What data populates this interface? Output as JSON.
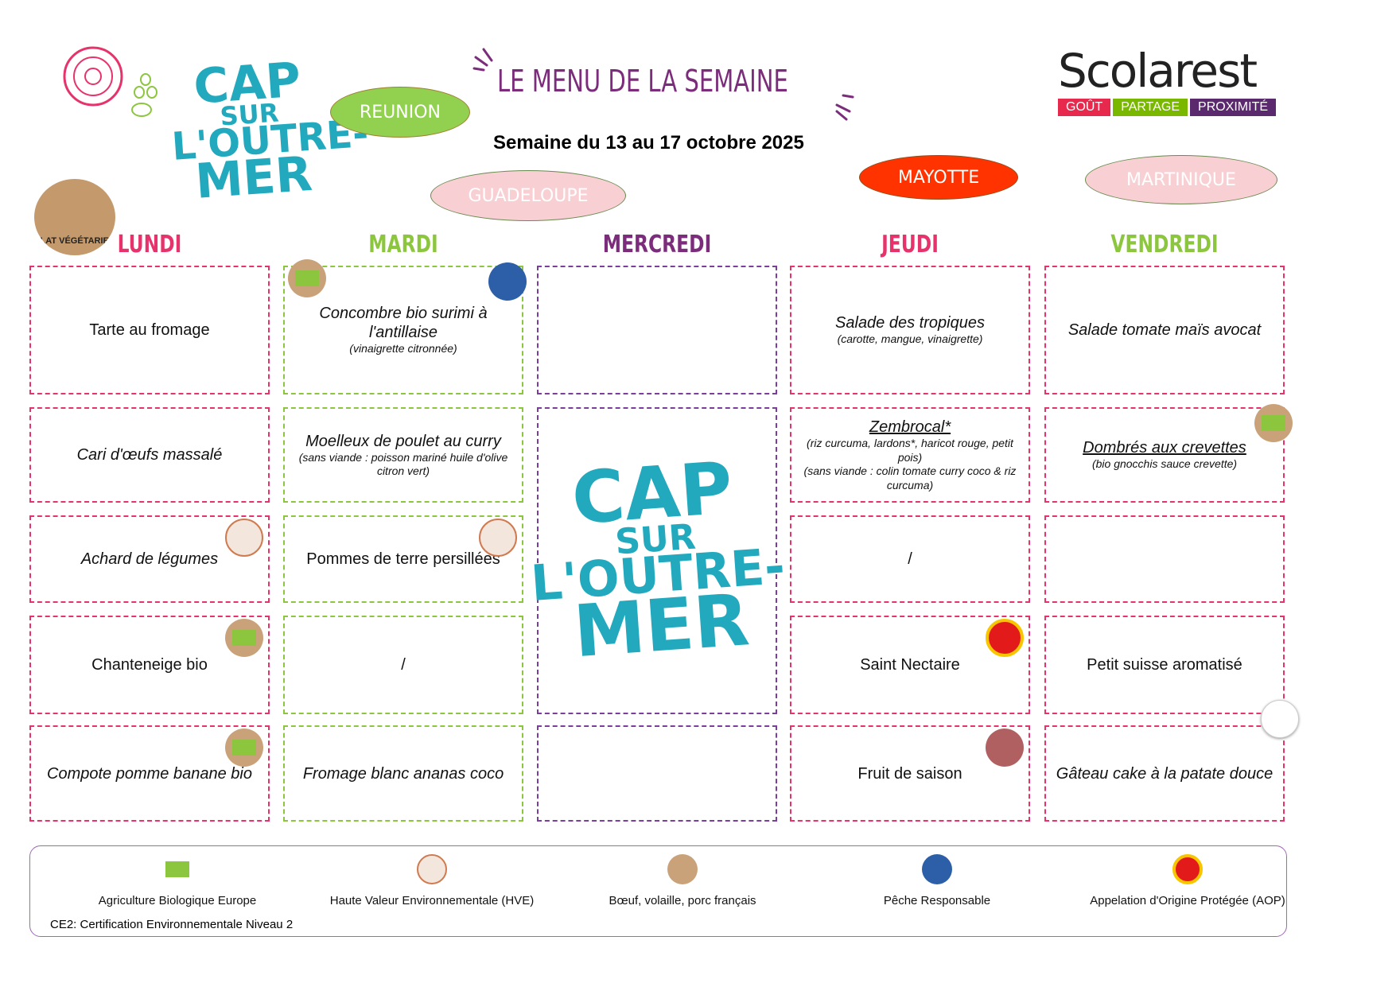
{
  "header": {
    "title": "LE MENU DE LA SEMAINE",
    "week": "Semaine du 13 au 17 octobre 2025",
    "brand": {
      "name": "Scolarest",
      "tags": [
        "GOÛT",
        "PARTAGE",
        "PROXIMITÉ"
      ],
      "tag_colors": [
        "#e6294d",
        "#7ab800",
        "#5b2a6e"
      ]
    },
    "campaign_logo": [
      "CAP",
      "SUR",
      "L'OUTRE-",
      "MER"
    ],
    "veg_badge": "PLAT VÉGÉTARIEN",
    "regions": [
      {
        "label": "REUNION",
        "color": "#92d050"
      },
      {
        "label": "GUADELOUPE",
        "color": "#f8d0d4"
      },
      {
        "label": "MAYOTTE",
        "color": "#ff3300"
      },
      {
        "label": "MARTINIQUE",
        "color": "#f8d0d4"
      }
    ]
  },
  "days": [
    {
      "name": "LUNDI",
      "color": "#e6336b",
      "border": "#e6336b"
    },
    {
      "name": "MARDI",
      "color": "#8cc63f",
      "border": "#8cc63f"
    },
    {
      "name": "MERCREDI",
      "color": "#7b2d7b",
      "border": "#7b3f9b"
    },
    {
      "name": "JEUDI",
      "color": "#e6336b",
      "border": "#e6336b"
    },
    {
      "name": "VENDREDI",
      "color": "#8cc63f",
      "border": "#e6336b"
    }
  ],
  "menu": [
    [
      {
        "main": "Tarte au fromage"
      },
      {
        "main": "Cari d'œufs massalé",
        "it": true
      },
      {
        "main": "Achard de légumes",
        "it": true,
        "badge": "hve"
      },
      {
        "main": "Chanteneige bio",
        "badge": "bio"
      },
      {
        "main": "Compote pomme banane bio",
        "it": true,
        "badge": "bio"
      }
    ],
    [
      {
        "main": "Concombre bio surimi à l'antillaise",
        "it": true,
        "sub": "(vinaigrette citronnée)",
        "badge": "bio",
        "badge2": "peche"
      },
      {
        "main": "Moelleux de poulet au curry",
        "it": true,
        "sub": "(sans viande : poisson mariné huile d'olive citron vert)"
      },
      {
        "main": "Pommes de terre persillées",
        "badge": "hve"
      },
      {
        "main": "/"
      },
      {
        "main": "Fromage blanc ananas coco",
        "it": true
      }
    ],
    [
      {
        "main": ""
      },
      {
        "merged": true
      },
      {
        "merged": true
      },
      {
        "merged": true
      },
      {
        "main": ""
      }
    ],
    [
      {
        "main": "Salade des tropiques",
        "it": true,
        "sub": "(carotte, mangue, vinaigrette)"
      },
      {
        "main": "Zembrocal*",
        "it": true,
        "u": true,
        "sub": "(riz curcuma, lardons*, haricot rouge, petit pois)\n(sans viande : colin tomate curry coco & riz curcuma)"
      },
      {
        "main": "/"
      },
      {
        "main": "Saint Nectaire",
        "badge": "aop"
      },
      {
        "main": "Fruit de saison",
        "badge": "fruit"
      }
    ],
    [
      {
        "main": "Salade tomate maïs avocat",
        "it": true
      },
      {
        "main": "Dombrés aux crevettes",
        "it": true,
        "u": true,
        "sub": "(bio gnocchis sauce crevette)",
        "badge": "bio"
      },
      {
        "main": ""
      },
      {
        "main": "Petit suisse aromatisé"
      },
      {
        "main": "Gâteau cake à la patate douce",
        "it": true,
        "badge": "chef"
      }
    ]
  ],
  "legend": {
    "items": [
      {
        "label": "Agriculture Biologique Europe",
        "icon": "bio"
      },
      {
        "label": "Haute Valeur Environnementale (HVE)",
        "icon": "hve"
      },
      {
        "label": "Bœuf, volaille, porc français",
        "icon": "french-meat"
      },
      {
        "label": "Pêche Responsable",
        "icon": "peche"
      },
      {
        "label": "Appelation d'Origine Protégée (AOP)",
        "icon": "aop"
      }
    ],
    "note": "CE2: Certification Environnementale Niveau 2"
  }
}
